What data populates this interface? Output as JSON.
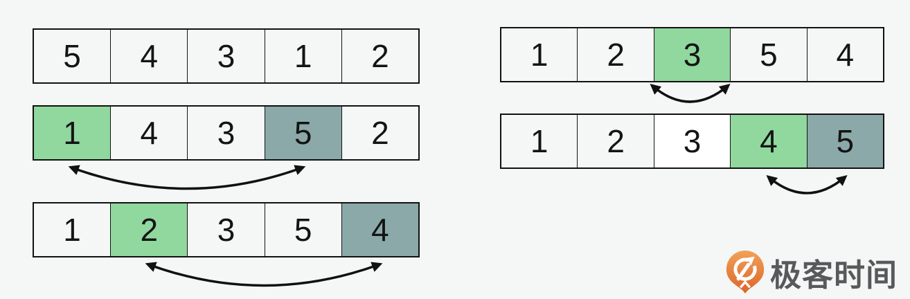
{
  "page": {
    "background": "#f5f6f6",
    "description": "Selection sort swap steps diagram"
  },
  "colors": {
    "green": "#90D89E",
    "gray": "#8BA9A9",
    "white": "#FFFFFF",
    "border": "#111111",
    "arrow": "#111111",
    "number": "#141414"
  },
  "steps": [
    {
      "name": "initial-array",
      "cells": [
        {
          "value": "5"
        },
        {
          "value": "4"
        },
        {
          "value": "3"
        },
        {
          "value": "1"
        },
        {
          "value": "2"
        }
      ]
    },
    {
      "name": "swap-1-and-5",
      "swap": {
        "from": 0,
        "to": 3
      },
      "cells": [
        {
          "value": "1",
          "highlight": "green"
        },
        {
          "value": "4"
        },
        {
          "value": "3"
        },
        {
          "value": "5",
          "highlight": "gray"
        },
        {
          "value": "2"
        }
      ]
    },
    {
      "name": "swap-2-and-4",
      "swap": {
        "from": 1,
        "to": 4
      },
      "cells": [
        {
          "value": "1"
        },
        {
          "value": "2",
          "highlight": "green"
        },
        {
          "value": "3"
        },
        {
          "value": "5"
        },
        {
          "value": "4",
          "highlight": "gray"
        }
      ]
    },
    {
      "name": "3-stays-in-place",
      "swap": {
        "from": 2,
        "to": 2
      },
      "cells": [
        {
          "value": "1"
        },
        {
          "value": "2"
        },
        {
          "value": "3",
          "highlight": "green"
        },
        {
          "value": "5"
        },
        {
          "value": "4"
        }
      ]
    },
    {
      "name": "swap-4-and-5",
      "swap": {
        "from": 3,
        "to": 4
      },
      "cells": [
        {
          "value": "1"
        },
        {
          "value": "2"
        },
        {
          "value": "3",
          "highlight": "white"
        },
        {
          "value": "4",
          "highlight": "green"
        },
        {
          "value": "5",
          "highlight": "gray"
        }
      ]
    }
  ],
  "logo": {
    "text": "极客时间",
    "text_color": "#58595B",
    "icon_gradient_top": "#F2A159",
    "icon_gradient_bottom": "#DB6527"
  }
}
